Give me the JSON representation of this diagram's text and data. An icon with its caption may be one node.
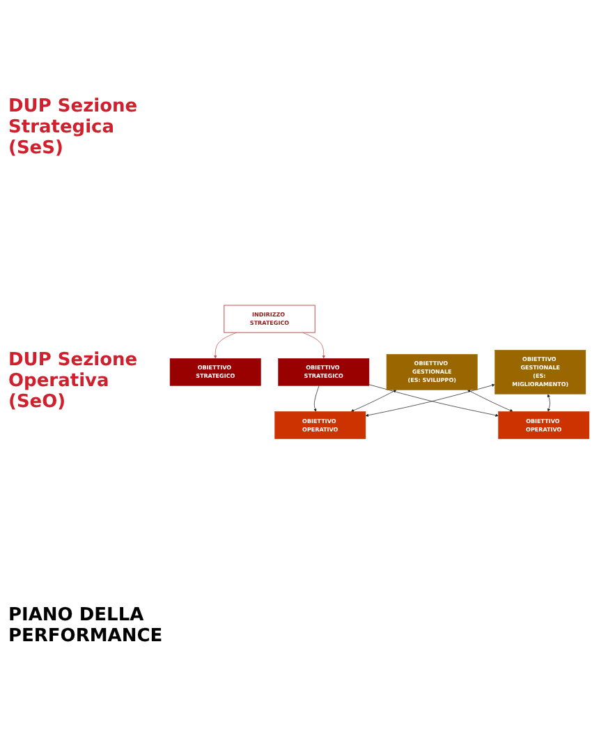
{
  "diagram": {
    "nodes": [
      {
        "text": [
          "INDIRIZZO STRATEGICO"
        ]
      },
      {
        "text": [
          "OBIETTIVO STRATEGICO"
        ]
      },
      {
        "text": [
          "OBIETTIVO STRATEGICO"
        ]
      },
      {
        "text": [
          "OBIETTIVO OPERATIVO"
        ]
      },
      {
        "text": [
          "OBIETTIVO OPERATIVO"
        ]
      },
      {
        "text": [
          "OBIETTIVO GESTIONALE",
          "(ES: SVILUPPO)"
        ]
      },
      {
        "text": [
          "OBIETTIVO GESTIONALE",
          "(ES: MIGLIORAMENTO)"
        ]
      }
    ],
    "edges": [
      {
        "from": 0,
        "to": 1,
        "arrow": "to",
        "color": "#c0504d"
      },
      {
        "from": 0,
        "to": 2,
        "arrow": "to",
        "color": "#c0504d"
      },
      {
        "from": 2,
        "to": 3,
        "arrow": "to"
      },
      {
        "from": 2,
        "to": 4,
        "arrow": "to"
      },
      {
        "from": 5,
        "to": 3,
        "arrow": "both"
      },
      {
        "from": 5,
        "to": 4,
        "arrow": "both"
      },
      {
        "from": 6,
        "to": 3,
        "arrow": "both"
      },
      {
        "from": 6,
        "to": 4,
        "arrow": "both"
      }
    ],
    "labels": [
      "DUP Sezione Strategica (SeS)",
      "DUP Sezione Operativa (SeO)",
      "PIANO DELLA PERFORMANCE"
    ]
  }
}
